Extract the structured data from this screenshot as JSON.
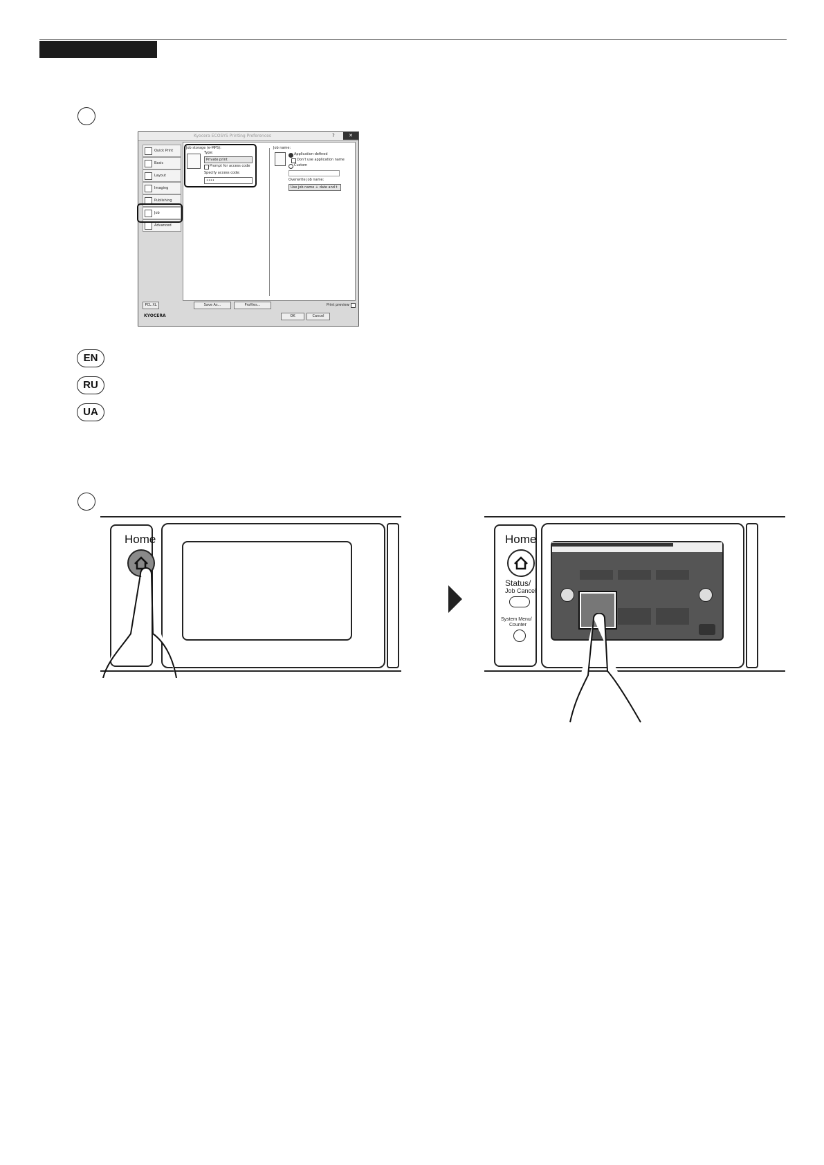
{
  "steps": [
    "",
    ""
  ],
  "languages": [
    "EN",
    "RU",
    "UA"
  ],
  "dialog": {
    "title": "Kyocera ECOSYS Printing Preferences",
    "help": "?",
    "close": "✕",
    "sidebar": [
      "Quick Print",
      "Basic",
      "Layout",
      "Imaging",
      "Publishing",
      "Job",
      "Advanced"
    ],
    "job_storage_label": "Job storage (e-MPS):",
    "type_label": "Type:",
    "type_value": "Private print",
    "prompt_label": "Prompt for access code",
    "access_code_label": "Specify access code:",
    "access_code_value": "••••",
    "job_name_label": "Job name:",
    "job_name_options": [
      "Application-defined",
      "Don't use application name",
      "Custom"
    ],
    "overwrite_label": "Overwrite job name:",
    "overwrite_value": "Use job name + date and t",
    "pcl_button": "PCL XL",
    "save_as_button": "Save As...",
    "profiles_button": "Profiles...",
    "print_preview_label": "Print preview",
    "brand": "KYOCERA",
    "ok_button": "OK",
    "cancel_button": "Cancel"
  },
  "control_panel": {
    "home_label": "Home",
    "status_label_1": "Status/",
    "status_label_2": "Job Cancel",
    "system_menu_1": "System Menu/",
    "system_menu_2": "Counter"
  },
  "colors": {
    "header_bar": "#1c1c1c",
    "screen_dark": "#555555",
    "home_button_pressed": "#8a8a8a"
  }
}
